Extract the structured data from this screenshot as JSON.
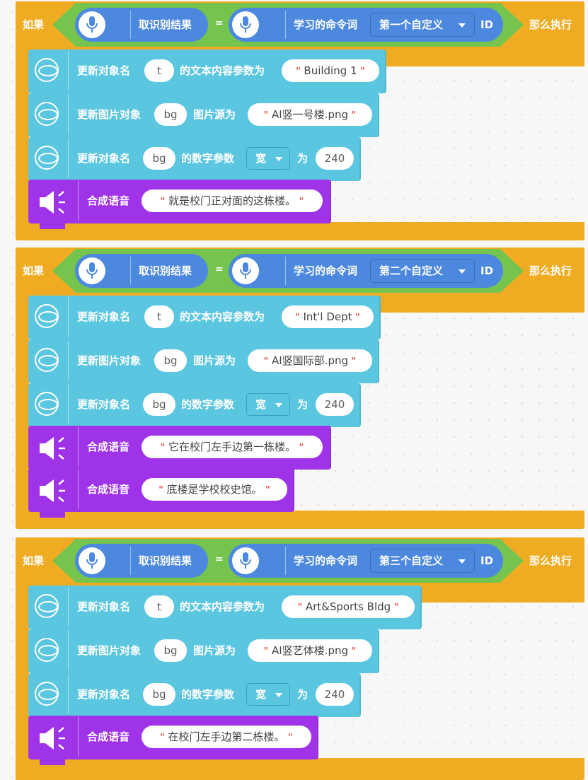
{
  "labels": {
    "if": "如果",
    "then": "那么执行",
    "recog_result": "取识别结果",
    "equals": "=",
    "learned_cmd": "学习的命令词",
    "id": "ID",
    "update_obj_name": "更新对象名",
    "text_param_as": "的文本内容参数为",
    "update_image_obj": "更新图片对象",
    "image_src_as": "图片源为",
    "numeric_param": "的数字参数",
    "as": "为",
    "tts": "合成语音"
  },
  "icons": {
    "microphone": "microphone-icon",
    "object": "object-ellipse-icon",
    "speaker": "speaker-icon"
  },
  "colors": {
    "control": "#efac22",
    "condition": "#74c44e",
    "sensing": "#4c88dd",
    "object": "#5bc6df",
    "speech": "#9e33e8"
  },
  "blocks": [
    {
      "command_option": "第一个自定义",
      "text_target": "t",
      "text_value": "Building 1",
      "image_target": "bg",
      "image_src": "AI竖一号楼.png",
      "num_target": "bg",
      "num_param": "宽",
      "num_value": "240",
      "speech": [
        "就是校门正对面的这栋楼。"
      ]
    },
    {
      "command_option": "第二个自定义",
      "text_target": "t",
      "text_value": "Int'l Dept",
      "image_target": "bg",
      "image_src": "AI竖国际部.png",
      "num_target": "bg",
      "num_param": "宽",
      "num_value": "240",
      "speech": [
        "它在校门左手边第一栋楼。",
        "底楼是学校校史馆。"
      ]
    },
    {
      "command_option": "第三个自定义",
      "text_target": "t",
      "text_value": "Art&Sports Bldg",
      "image_target": "bg",
      "image_src": "AI竖艺体楼.png",
      "num_target": "bg",
      "num_param": "宽",
      "num_value": "240",
      "speech": [
        "在校门左手边第二栋楼。"
      ]
    }
  ]
}
